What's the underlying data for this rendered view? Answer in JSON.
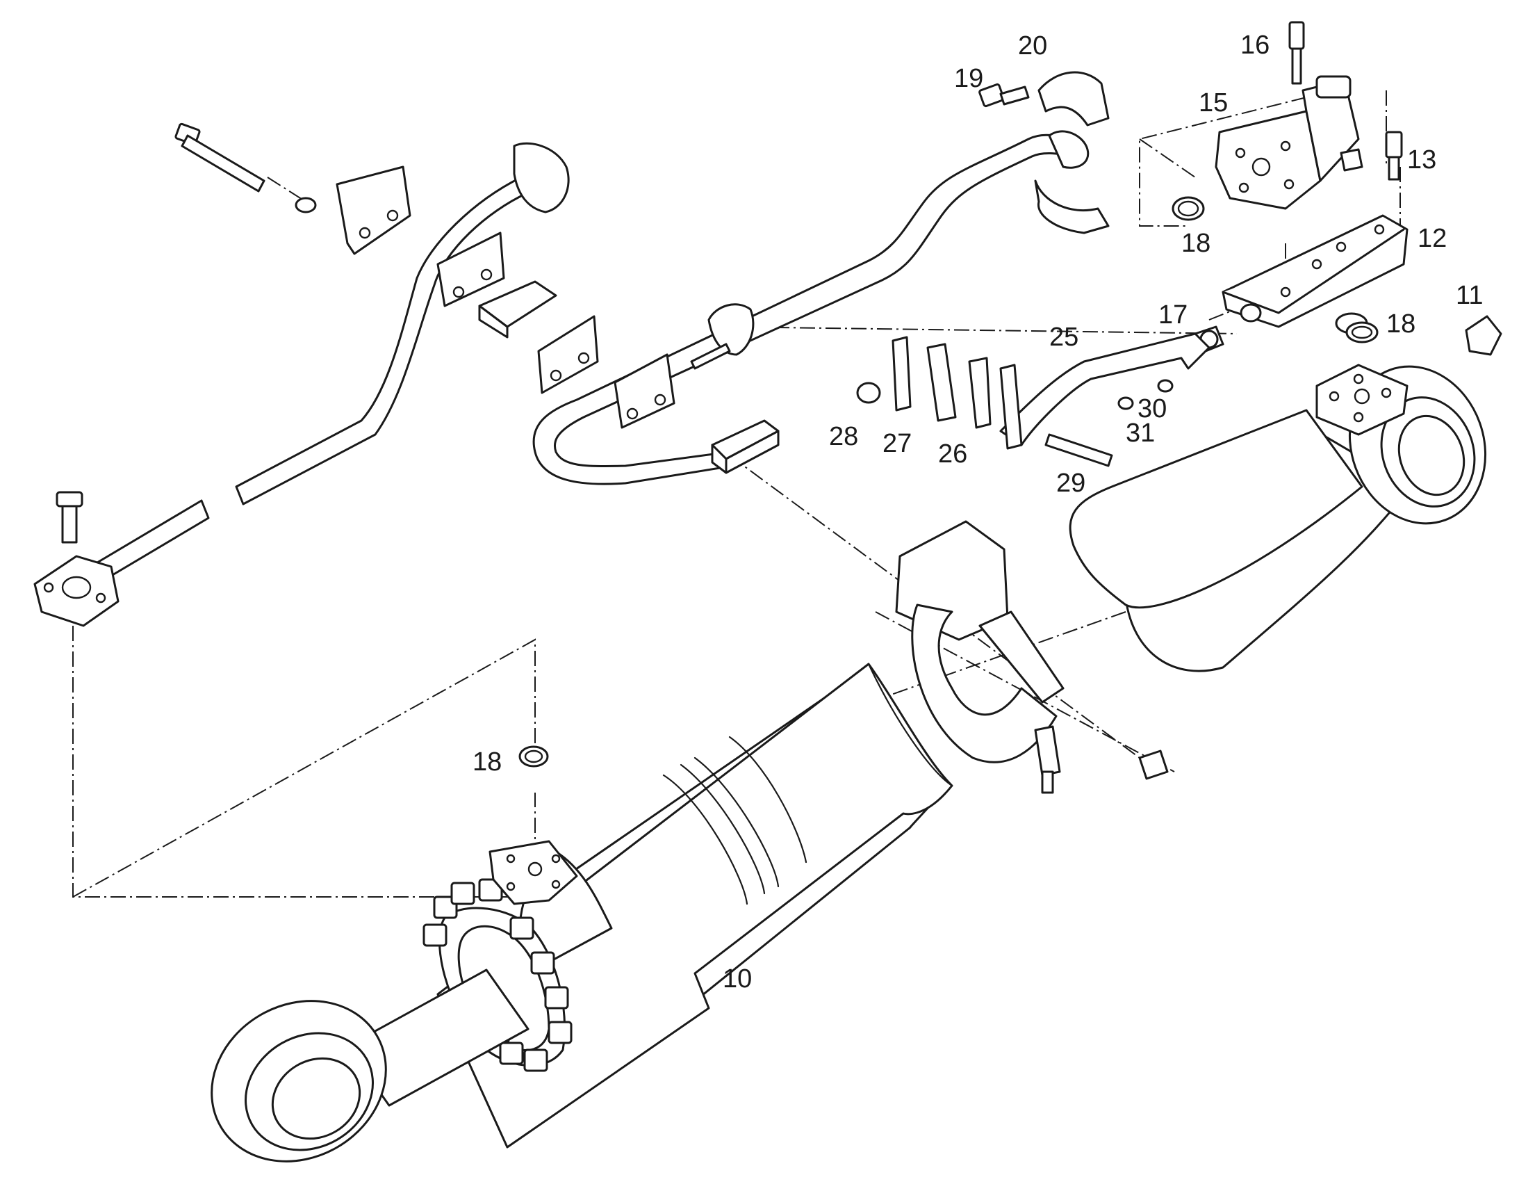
{
  "callouts": [
    {
      "id": "c10",
      "text": "10"
    },
    {
      "id": "c11",
      "text": "11"
    },
    {
      "id": "c12",
      "text": "12"
    },
    {
      "id": "c13",
      "text": "13"
    },
    {
      "id": "c15",
      "text": "15"
    },
    {
      "id": "c16",
      "text": "16"
    },
    {
      "id": "c17",
      "text": "17"
    },
    {
      "id": "c18a",
      "text": "18"
    },
    {
      "id": "c18b",
      "text": "18"
    },
    {
      "id": "c18c",
      "text": "18"
    },
    {
      "id": "c19",
      "text": "19"
    },
    {
      "id": "c20",
      "text": "20"
    },
    {
      "id": "c25",
      "text": "25"
    },
    {
      "id": "c26",
      "text": "26"
    },
    {
      "id": "c27",
      "text": "27"
    },
    {
      "id": "c28",
      "text": "28"
    },
    {
      "id": "c29",
      "text": "29"
    },
    {
      "id": "c30",
      "text": "30"
    },
    {
      "id": "c31",
      "text": "31"
    }
  ]
}
